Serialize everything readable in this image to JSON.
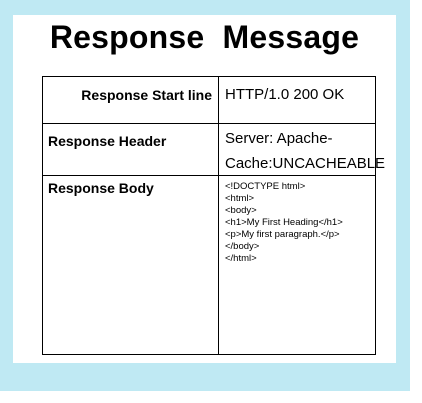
{
  "slide": {
    "title": "Response  Message",
    "table": {
      "start_line": {
        "label": "Response Start line",
        "value": "HTTP/1.0 200 OK"
      },
      "header": {
        "label": "Response Header",
        "value_line1": "Server: Apache-",
        "value_line2": "Cache:UNCACHEABLE"
      },
      "body": {
        "label": "Response Body",
        "lines": [
          "<!DOCTYPE html>",
          "<html>",
          "<body>",
          "<h1>My First Heading</h1>",
          "<p>My first paragraph.</p>",
          "</body>",
          "</html>"
        ]
      }
    }
  }
}
